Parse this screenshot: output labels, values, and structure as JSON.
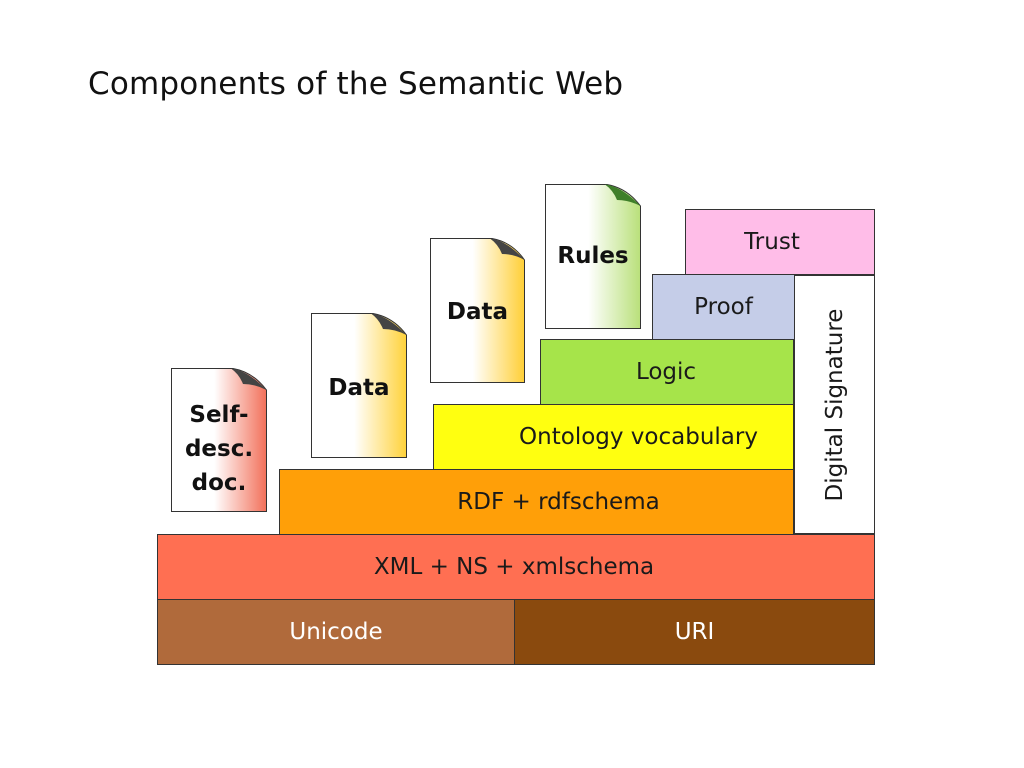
{
  "title": "Components of the Semantic Web",
  "layers": {
    "unicode": "Unicode",
    "uri": "URI",
    "xml": "XML + NS + xmlschema",
    "rdf": "RDF + rdfschema",
    "ontology": "Ontology vocabulary",
    "logic": "Logic",
    "proof": "Proof",
    "trust": "Trust",
    "digital_signature": "Digital Signature"
  },
  "documents": {
    "self_desc_line1": "Self-",
    "self_desc_line2": "desc.",
    "self_desc_line3": "doc.",
    "data_1": "Data",
    "data_2": "Data",
    "rules": "Rules"
  },
  "colors": {
    "unicode": "#b06a3b",
    "uri": "#8a4a0e",
    "xml": "#ff6f52",
    "rdf": "#ff9f08",
    "ontology": "#ffff10",
    "logic": "#a6e44a",
    "proof": "#c5cde8",
    "trust": "#ffbde8",
    "signature": "#ffffff"
  }
}
